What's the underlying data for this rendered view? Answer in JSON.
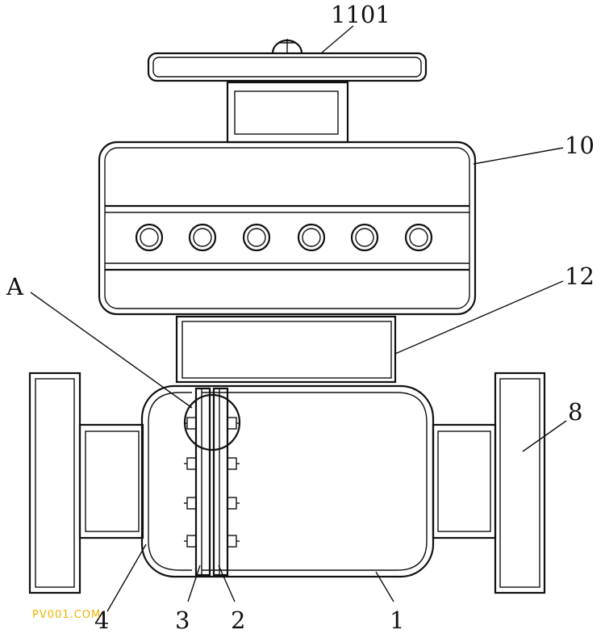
{
  "labels": {
    "l1101": "1101",
    "l10": "10",
    "l12": "12",
    "lA": "A",
    "l8": "8",
    "l4": "4",
    "l3": "3",
    "l2": "2",
    "l1": "1"
  },
  "watermark": "PV001.COM",
  "colors": {
    "line": "#111111",
    "background": "#ffffff",
    "watermark": "#f0b400"
  }
}
